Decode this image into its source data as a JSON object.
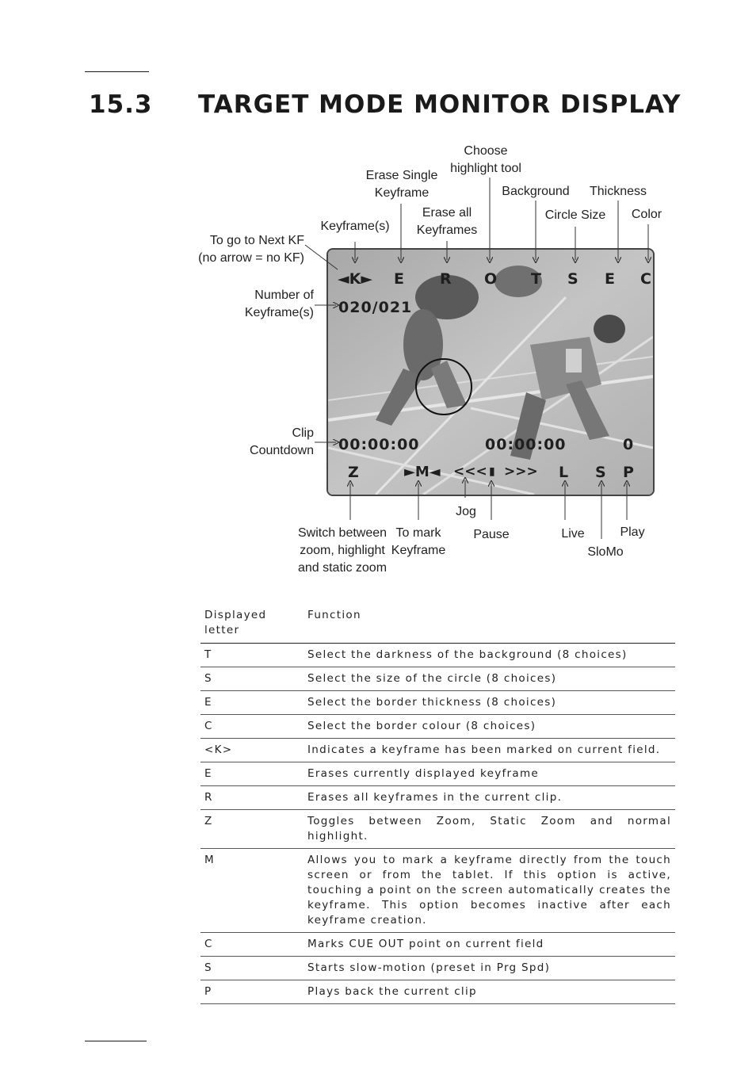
{
  "section": {
    "number": "15.3",
    "title": "TARGET MODE MONITOR DISPLAY"
  },
  "callouts": {
    "choose_highlight": [
      "Choose",
      "highlight tool"
    ],
    "erase_single": [
      "Erase Single",
      "Keyframe"
    ],
    "background": "Background",
    "thickness": "Thickness",
    "erase_all": [
      "Erase all",
      "Keyframes"
    ],
    "circle_size": "Circle Size",
    "color": "Color",
    "keyframes": "Keyframe(s)",
    "next_kf": [
      "To go to Next KF",
      "(no arrow = no KF)"
    ],
    "number_kf": [
      "Number of",
      "Keyframe(s)"
    ],
    "clip_countdown": [
      "Clip",
      "Countdown"
    ],
    "switch_zoom": [
      "Switch between",
      "zoom, highlight",
      "and static zoom"
    ],
    "mark_kf": [
      "To mark",
      "Keyframe"
    ],
    "jog": "Jog",
    "pause": "Pause",
    "live": "Live",
    "slomo": "SloMo",
    "play": "Play"
  },
  "monitor": {
    "top_row": {
      "k": "◄K►",
      "e1": "E",
      "r": "R",
      "o": "O",
      "t": "T",
      "s": "S",
      "e2": "E",
      "c": "C"
    },
    "keyframe_count": "020/021",
    "timecode_left": "00:00:00",
    "timecode_right": "00:00:00",
    "counter": "0",
    "bottom_row": {
      "z": "Z",
      "m": "►M◄",
      "jog_back": "<<<",
      "pause": "▮",
      "jog_fwd": ">>>",
      "l": "L",
      "s": "S",
      "p": "P"
    }
  },
  "table": {
    "headers": [
      "Displayed\nletter",
      "Function"
    ],
    "rows": [
      [
        "T",
        "Select the darkness of the background (8 choices)"
      ],
      [
        "S",
        "Select the size of the circle (8 choices)"
      ],
      [
        "E",
        "Select the border thickness (8 choices)"
      ],
      [
        "C",
        "Select the border colour (8 choices)"
      ],
      [
        "<K>",
        "Indicates a keyframe has been marked on current field."
      ],
      [
        "E",
        "Erases currently displayed keyframe"
      ],
      [
        "R",
        "Erases all keyframes in the current clip."
      ],
      [
        "Z",
        "Toggles between Zoom, Static Zoom and normal highlight."
      ],
      [
        "M",
        "Allows you to mark a keyframe directly from the touch screen or from the tablet. If this option is active, touching a point on the screen automatically creates the keyframe. This option becomes inactive after each keyframe creation."
      ],
      [
        "C",
        "Marks CUE OUT point on current field"
      ],
      [
        "S",
        "Starts slow-motion (preset in Prg Spd)"
      ],
      [
        "P",
        "Plays back the current clip"
      ]
    ]
  }
}
